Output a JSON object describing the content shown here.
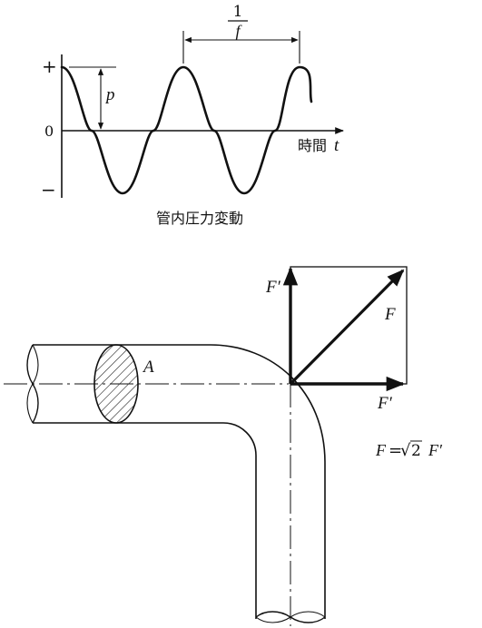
{
  "wave": {
    "label_plus": "+",
    "label_zero": "0",
    "label_minus": "−",
    "amplitude_label": "p",
    "period_numerator": "1",
    "period_denominator": "f",
    "time_label": "時間",
    "time_var": "t",
    "caption": "管内圧力変動"
  },
  "pipe": {
    "area_label": "A",
    "force_vertical": "F′",
    "force_resultant": "F",
    "force_horizontal": "F′",
    "formula_lhs": "F",
    "formula_eq": "=",
    "formula_sqrt": "√",
    "formula_two": "2",
    "formula_rhs": "F′"
  }
}
